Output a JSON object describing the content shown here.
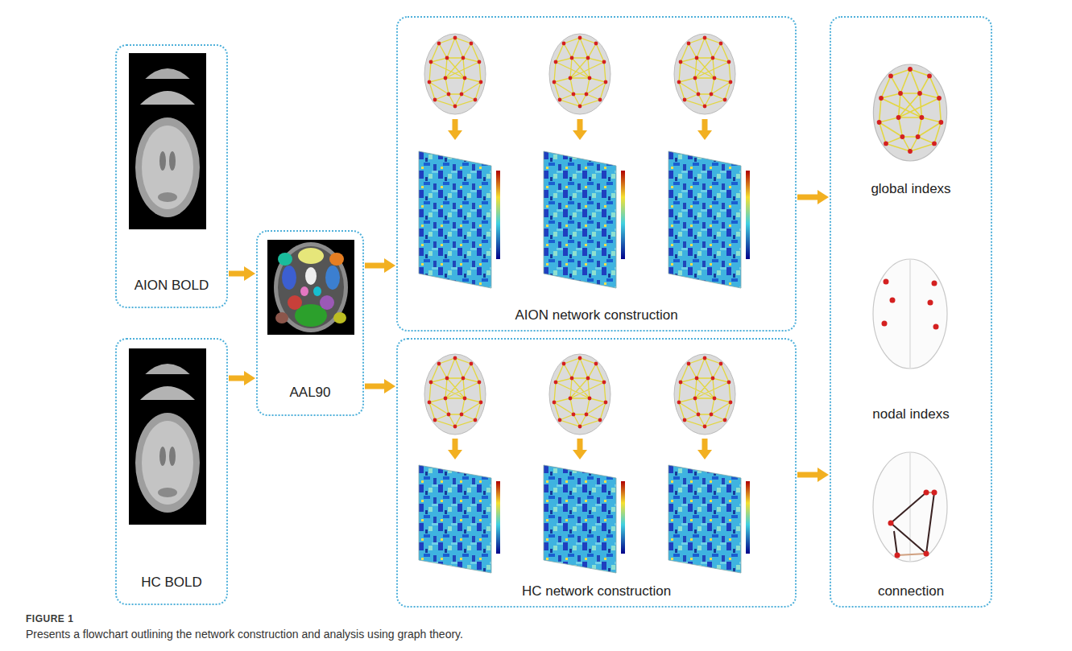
{
  "diagram": {
    "caption": "Presents a flowchart outlining the network construction and analysis using graph theory.",
    "nodes": [
      {
        "text": [
          "AION BOLD"
        ]
      },
      {
        "text": [
          "HC BOLD"
        ]
      },
      {
        "text": [
          "AAL90"
        ]
      },
      {
        "text": [
          "AION network construction"
        ]
      },
      {
        "text": [
          "HC network construction"
        ]
      },
      {
        "text": [
          "global indexs",
          "nodal indexs",
          "connection"
        ]
      }
    ],
    "edges": [
      {
        "from": 0,
        "to": 2,
        "arrow": "to"
      },
      {
        "from": 1,
        "to": 2,
        "arrow": "to"
      },
      {
        "from": 2,
        "to": 3,
        "arrow": "to"
      },
      {
        "from": 2,
        "to": 4,
        "arrow": "to"
      },
      {
        "from": 3,
        "to": 5,
        "arrow": "to"
      },
      {
        "from": 4,
        "to": 5,
        "arrow": "to"
      }
    ],
    "labels": [
      "FIGURE 1"
    ]
  }
}
